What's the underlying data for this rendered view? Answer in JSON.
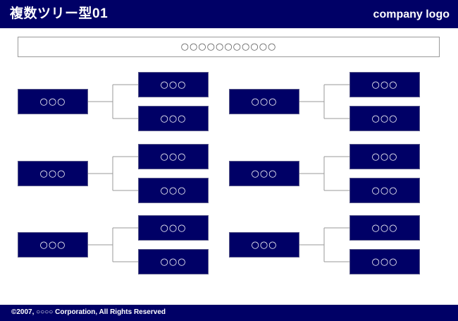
{
  "header": {
    "title": "複数ツリー型01",
    "logo": "company logo"
  },
  "subtitle": "○○○○○○○○○○○",
  "trees": [
    {
      "root": "○○○",
      "children": [
        "○○○",
        "○○○"
      ]
    },
    {
      "root": "○○○",
      "children": [
        "○○○",
        "○○○"
      ]
    },
    {
      "root": "○○○",
      "children": [
        "○○○",
        "○○○"
      ]
    },
    {
      "root": "○○○",
      "children": [
        "○○○",
        "○○○"
      ]
    },
    {
      "root": "○○○",
      "children": [
        "○○○",
        "○○○"
      ]
    },
    {
      "root": "○○○",
      "children": [
        "○○○",
        "○○○"
      ]
    }
  ],
  "footer": {
    "copyright": "©2007, ○○○○ Corporation, All Rights Reserved"
  },
  "colors": {
    "primary": "#000066",
    "connector": "#999999"
  }
}
